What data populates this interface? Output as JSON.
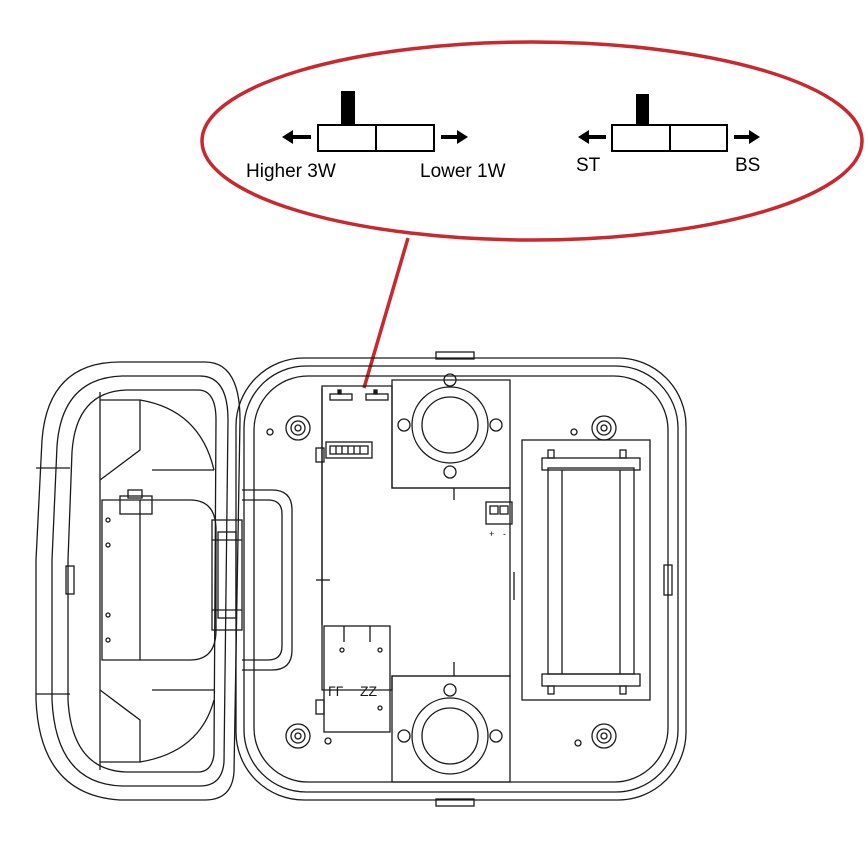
{
  "colors": {
    "callout": "#c8282e",
    "line": "#1a1a1a",
    "fill": "#ffffff"
  },
  "callout": {
    "switch_left": {
      "label_left": "Higher 3W",
      "label_right": "Lower 1W"
    },
    "switch_right": {
      "label_left": "ST",
      "label_right": "BS"
    }
  },
  "board": {
    "terminal_marks": [
      "+",
      "-"
    ],
    "connector_marks": [
      "ГГ",
      "ZZ"
    ]
  }
}
